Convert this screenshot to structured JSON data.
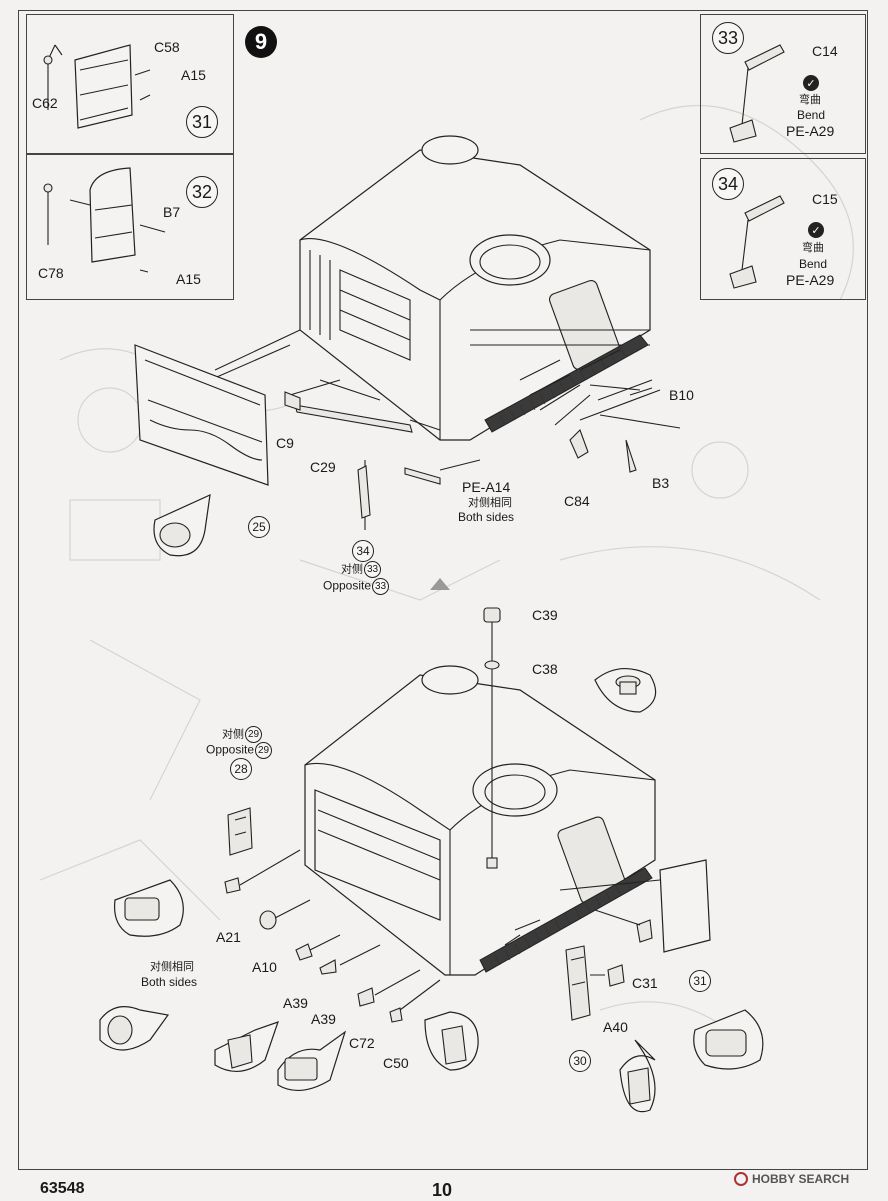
{
  "page": {
    "product_code": "63548",
    "page_number": "10",
    "step_number": "9"
  },
  "watermark": {
    "text": "HOBBY SEARCH"
  },
  "inset_31": {
    "callout": "31",
    "parts": [
      "C58",
      "A15",
      "C62"
    ]
  },
  "inset_32": {
    "callout": "32",
    "parts": [
      "B7",
      "C78",
      "A15"
    ]
  },
  "inset_33": {
    "callout": "33",
    "parts": [
      "C14",
      "PE-A29"
    ],
    "bend_cn": "弯曲",
    "bend_en": "Bend"
  },
  "inset_34": {
    "callout": "34",
    "parts": [
      "C15",
      "PE-A29"
    ],
    "bend_cn": "弯曲",
    "bend_en": "Bend"
  },
  "upper": {
    "parts": [
      "B10",
      "B3",
      "C84",
      "PE-A14",
      "C9",
      "C29"
    ],
    "pe_note_cn": "对侧相同",
    "pe_note_en": "Both sides",
    "callout_25": "25",
    "callout_34": "34",
    "opposite_cn": "对侧",
    "opposite_en": "Opposite",
    "opposite_ref": "33"
  },
  "lower": {
    "parts": [
      "C39",
      "C38",
      "A21",
      "A10",
      "A39",
      "A39",
      "C72",
      "C50",
      "A40",
      "C31"
    ],
    "callout_28": "28",
    "opposite_cn": "对侧",
    "opposite_en": "Opposite",
    "opposite_ref": "29",
    "both_sides_cn": "对侧相同",
    "both_sides_en": "Both sides",
    "callout_30": "30",
    "callout_31": "31"
  },
  "icons": [
    "bend-check-icon"
  ]
}
